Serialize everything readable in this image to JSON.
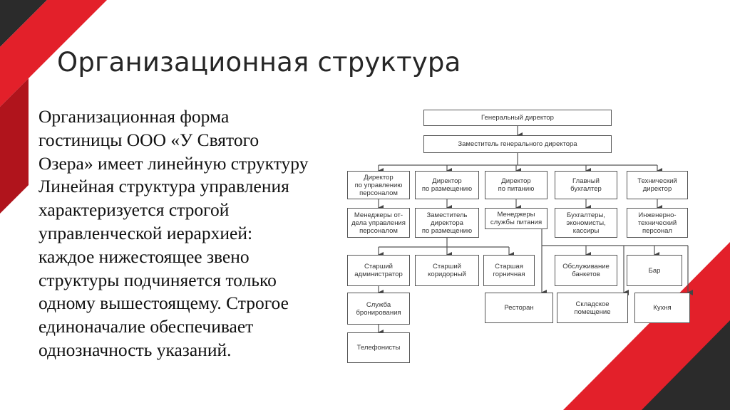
{
  "slide": {
    "title": "Организационная структура",
    "body": "Организационная форма\nгостиницы ООО «У Святого\nОзера» имеет линейную структуру\nЛинейная структура управления\nхарактеризуется строгой\nуправленческой иерархией:\nкаждое нижестоящее звено\nструктуры подчиняется только\nодному вышестоящему. Строгое\nединоначалие обеспечивает\nоднозначность указаний."
  },
  "theme": {
    "accent_red": "#e3202a",
    "dark_gray": "#2b2b2b",
    "line_color": "#555555"
  },
  "org_chart": {
    "general_director": "Генеральный директор",
    "deputy_director": "Заместитель генерального директора",
    "directors": [
      "Директор\nпо управлению\nперсоналом",
      "Директор\nпо размещению",
      "Директор\nпо питанию",
      "Главный\nбухгалтер",
      "Технический\nдиректор"
    ],
    "staff": [
      "Менеджеры от-\nдела управления\nперсоналом",
      "Заместитель\nдиректора\nпо размещению",
      "Менеджеры\nслужбы питания",
      "Бухгалтеры,\nэкономисты,\nкассиры",
      "Инженерно-\nтехнический\nперсонал"
    ],
    "senior_admin": "Старший\nадминистратор",
    "senior_corridor": "Старший\nкоридорный",
    "senior_maid": "Старшая\nгорничная",
    "banquet_service": "Обслуживание\nбанкетов",
    "bar": "Бар",
    "booking": "Служба\nбронирования",
    "restaurant": "Ресторан",
    "storage": "Складское\nпомещение",
    "kitchen": "Кухня",
    "operators": "Телефонисты"
  }
}
